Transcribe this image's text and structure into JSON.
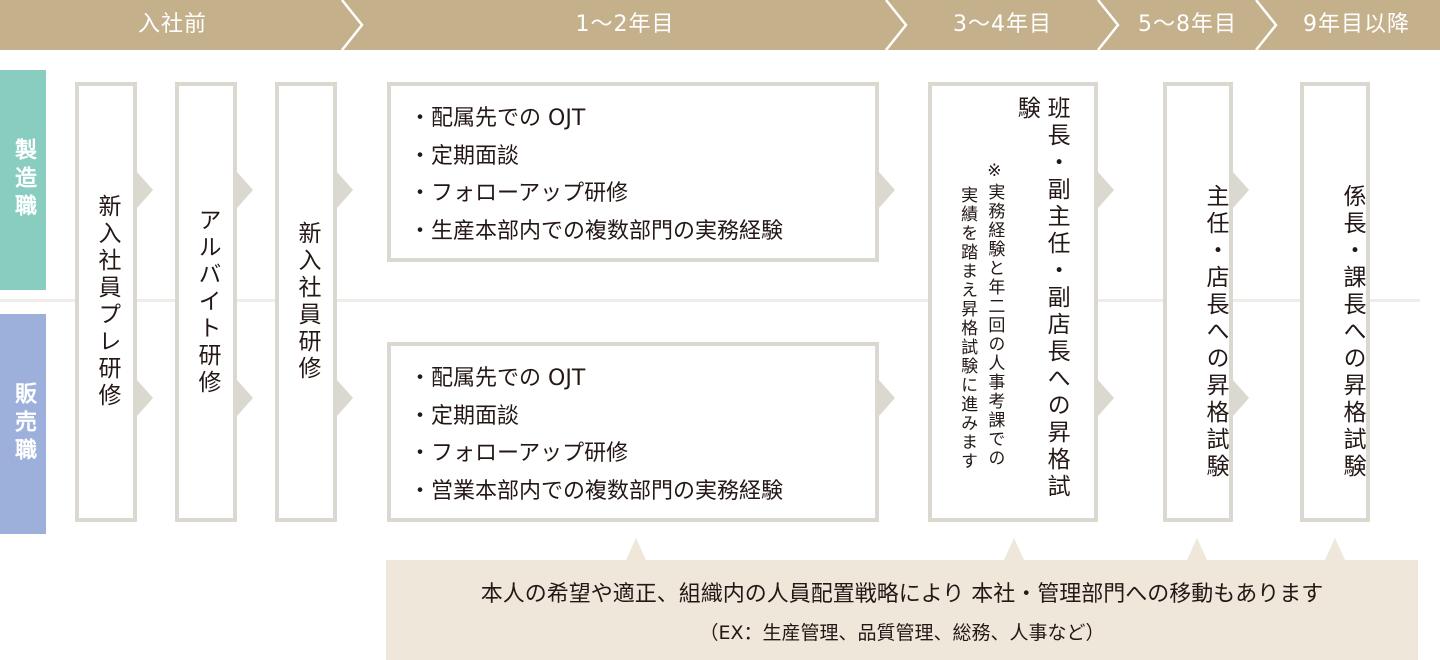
{
  "header": {
    "stages": [
      "入社前",
      "1～2年目",
      "3～4年目",
      "5～8年目",
      "9年目以降"
    ]
  },
  "tracks": {
    "manufacturing": "製造職",
    "sales": "販売職",
    "colors": {
      "manufacturing": "#88cdc0",
      "sales": "#9db0dc",
      "header": "#c5b08c"
    }
  },
  "steps": {
    "pre_training": "新入社員プレ研修",
    "part_time": "アルバイト研修",
    "new_hire": "新入社員研修",
    "manufacturing_list": [
      "配属先での OJT",
      "定期面談",
      "フォローアップ研修",
      "生産本部内での複数部門の実務経験"
    ],
    "sales_list": [
      "配属先での OJT",
      "定期面談",
      "フォローアップ研修",
      "営業本部内での複数部門の実務経験"
    ],
    "promo1_title": "班長・副主任・副店長への昇格試験",
    "promo1_note_a": "※実務経験と年二回の人事考課での",
    "promo1_note_b": "実績を踏まえ昇格試験に進みます",
    "promo2": "主任・店長への昇格試験",
    "promo3": "係長・課長への昇格試験"
  },
  "footer": {
    "line1": "本人の希望や適正、組織内の人員配置戦略により 本社・管理部門への移動もあります",
    "line2": "（EX：生産管理、品質管理、総務、人事など）"
  }
}
